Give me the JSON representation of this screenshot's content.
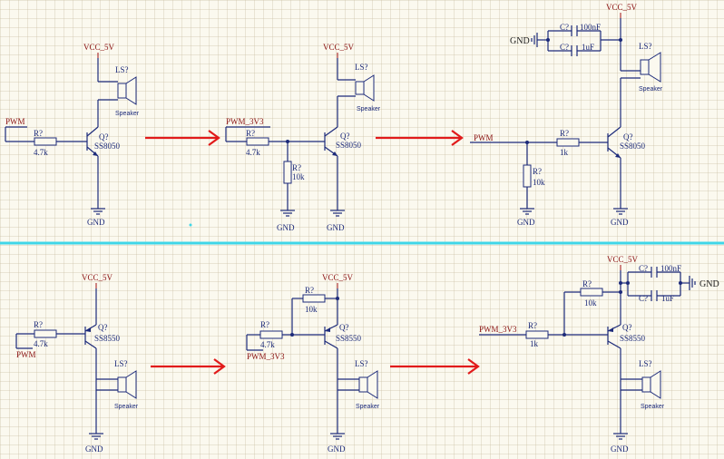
{
  "labels": {
    "vcc": "VCC_5V",
    "gnd": "GND",
    "pwm": "PWM",
    "pwm3v3": "PWM_3V3",
    "r_ref": "R?",
    "q_ref": "Q?",
    "ls_ref": "LS?",
    "c_ref": "C?",
    "speaker": "Speaker",
    "npn": "SS8050",
    "pnp": "SS8550",
    "r_4k7": "4.7k",
    "r_10k": "10k",
    "r_1k": "1k",
    "c_100nf": "100nF",
    "c_1uf": "1uF"
  },
  "colors": {
    "wire": "#1c2a7a",
    "power_wire": "#a01010",
    "arrow": "#e11b1b",
    "divider": "#3fd6e8",
    "background": "#fbf9ef"
  }
}
